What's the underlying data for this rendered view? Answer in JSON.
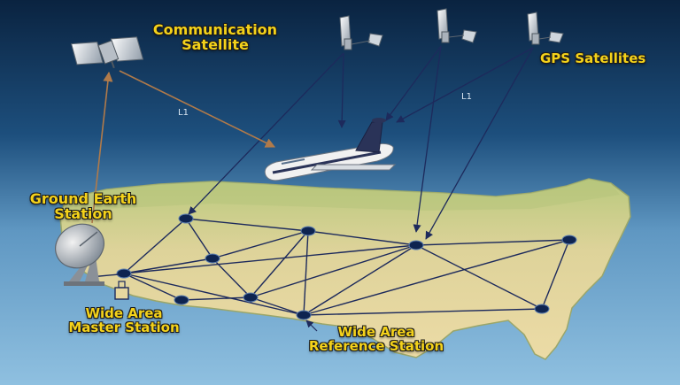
{
  "labels": {
    "communication_satellite": "Communication\nSatellite",
    "gps_satellites": "GPS Satellites",
    "ground_earth_station": "Ground Earth\nStation",
    "wide_area_master_station": "Wide Area\nMaster Station",
    "wide_area_reference_station": "Wide Area\nReference Station",
    "l1_left": "L1",
    "l1_right": "L1"
  },
  "icons": [
    "communication-satellite-icon",
    "gps-satellite-icon",
    "airplane-icon",
    "satellite-dish-icon",
    "master-station-icon"
  ],
  "colors": {
    "label_yellow": "#f4d21a",
    "sky_top": "#0b2a4a",
    "sky_bottom": "#6fa7cf",
    "land": "#e3d49a",
    "land_north": "#c6cf86",
    "network_line": "#1d2a5c",
    "node": "#0e2450",
    "uplink_arrow": "#b07a4a"
  }
}
